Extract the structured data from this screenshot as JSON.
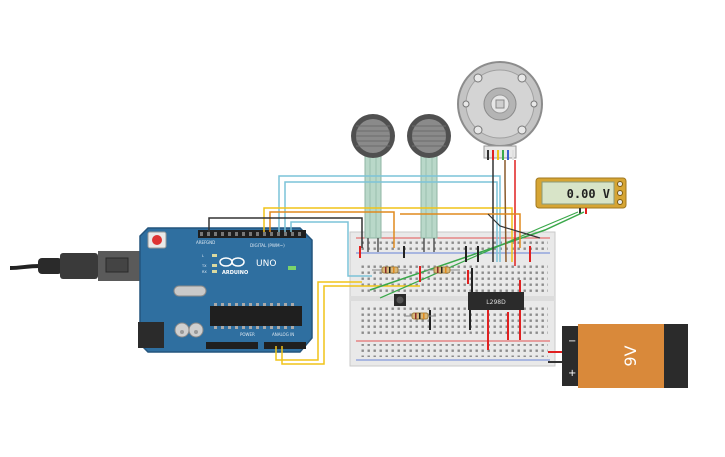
{
  "arduino": {
    "brand": "ARDUINO",
    "model": "UNO",
    "digital_header": "DIGITAL (PWM~)",
    "power_header": "POWER",
    "analog_header": "ANALOG IN",
    "led_labels": [
      "TX",
      "RX",
      "L"
    ],
    "aref_label": "AREF",
    "gnd_label": "GND"
  },
  "multimeter": {
    "reading": "0.00 V"
  },
  "battery": {
    "label": "9V",
    "minus": "−",
    "plus": "+"
  },
  "driver_ic": {
    "label": "L298D"
  },
  "colors": {
    "arduino_board": "#2f6fa0",
    "breadboard": "#e9e9e9",
    "battery_body": "#d9893a",
    "battery_cap": "#2b2b2b",
    "multimeter_body": "#d6a534",
    "multimeter_lcd": "#d8e4c8",
    "sensor_dark": "#505050",
    "sensor_tail": "#b9d8c9",
    "motor_body": "#c4c4c4",
    "wire_cyan": "#7cc3d8",
    "wire_yellow": "#f0c419",
    "wire_orange": "#e08a1e",
    "wire_green": "#3aa84a",
    "wire_red": "#e02020",
    "wire_black": "#333333",
    "wire_brown": "#8a5a2b"
  }
}
